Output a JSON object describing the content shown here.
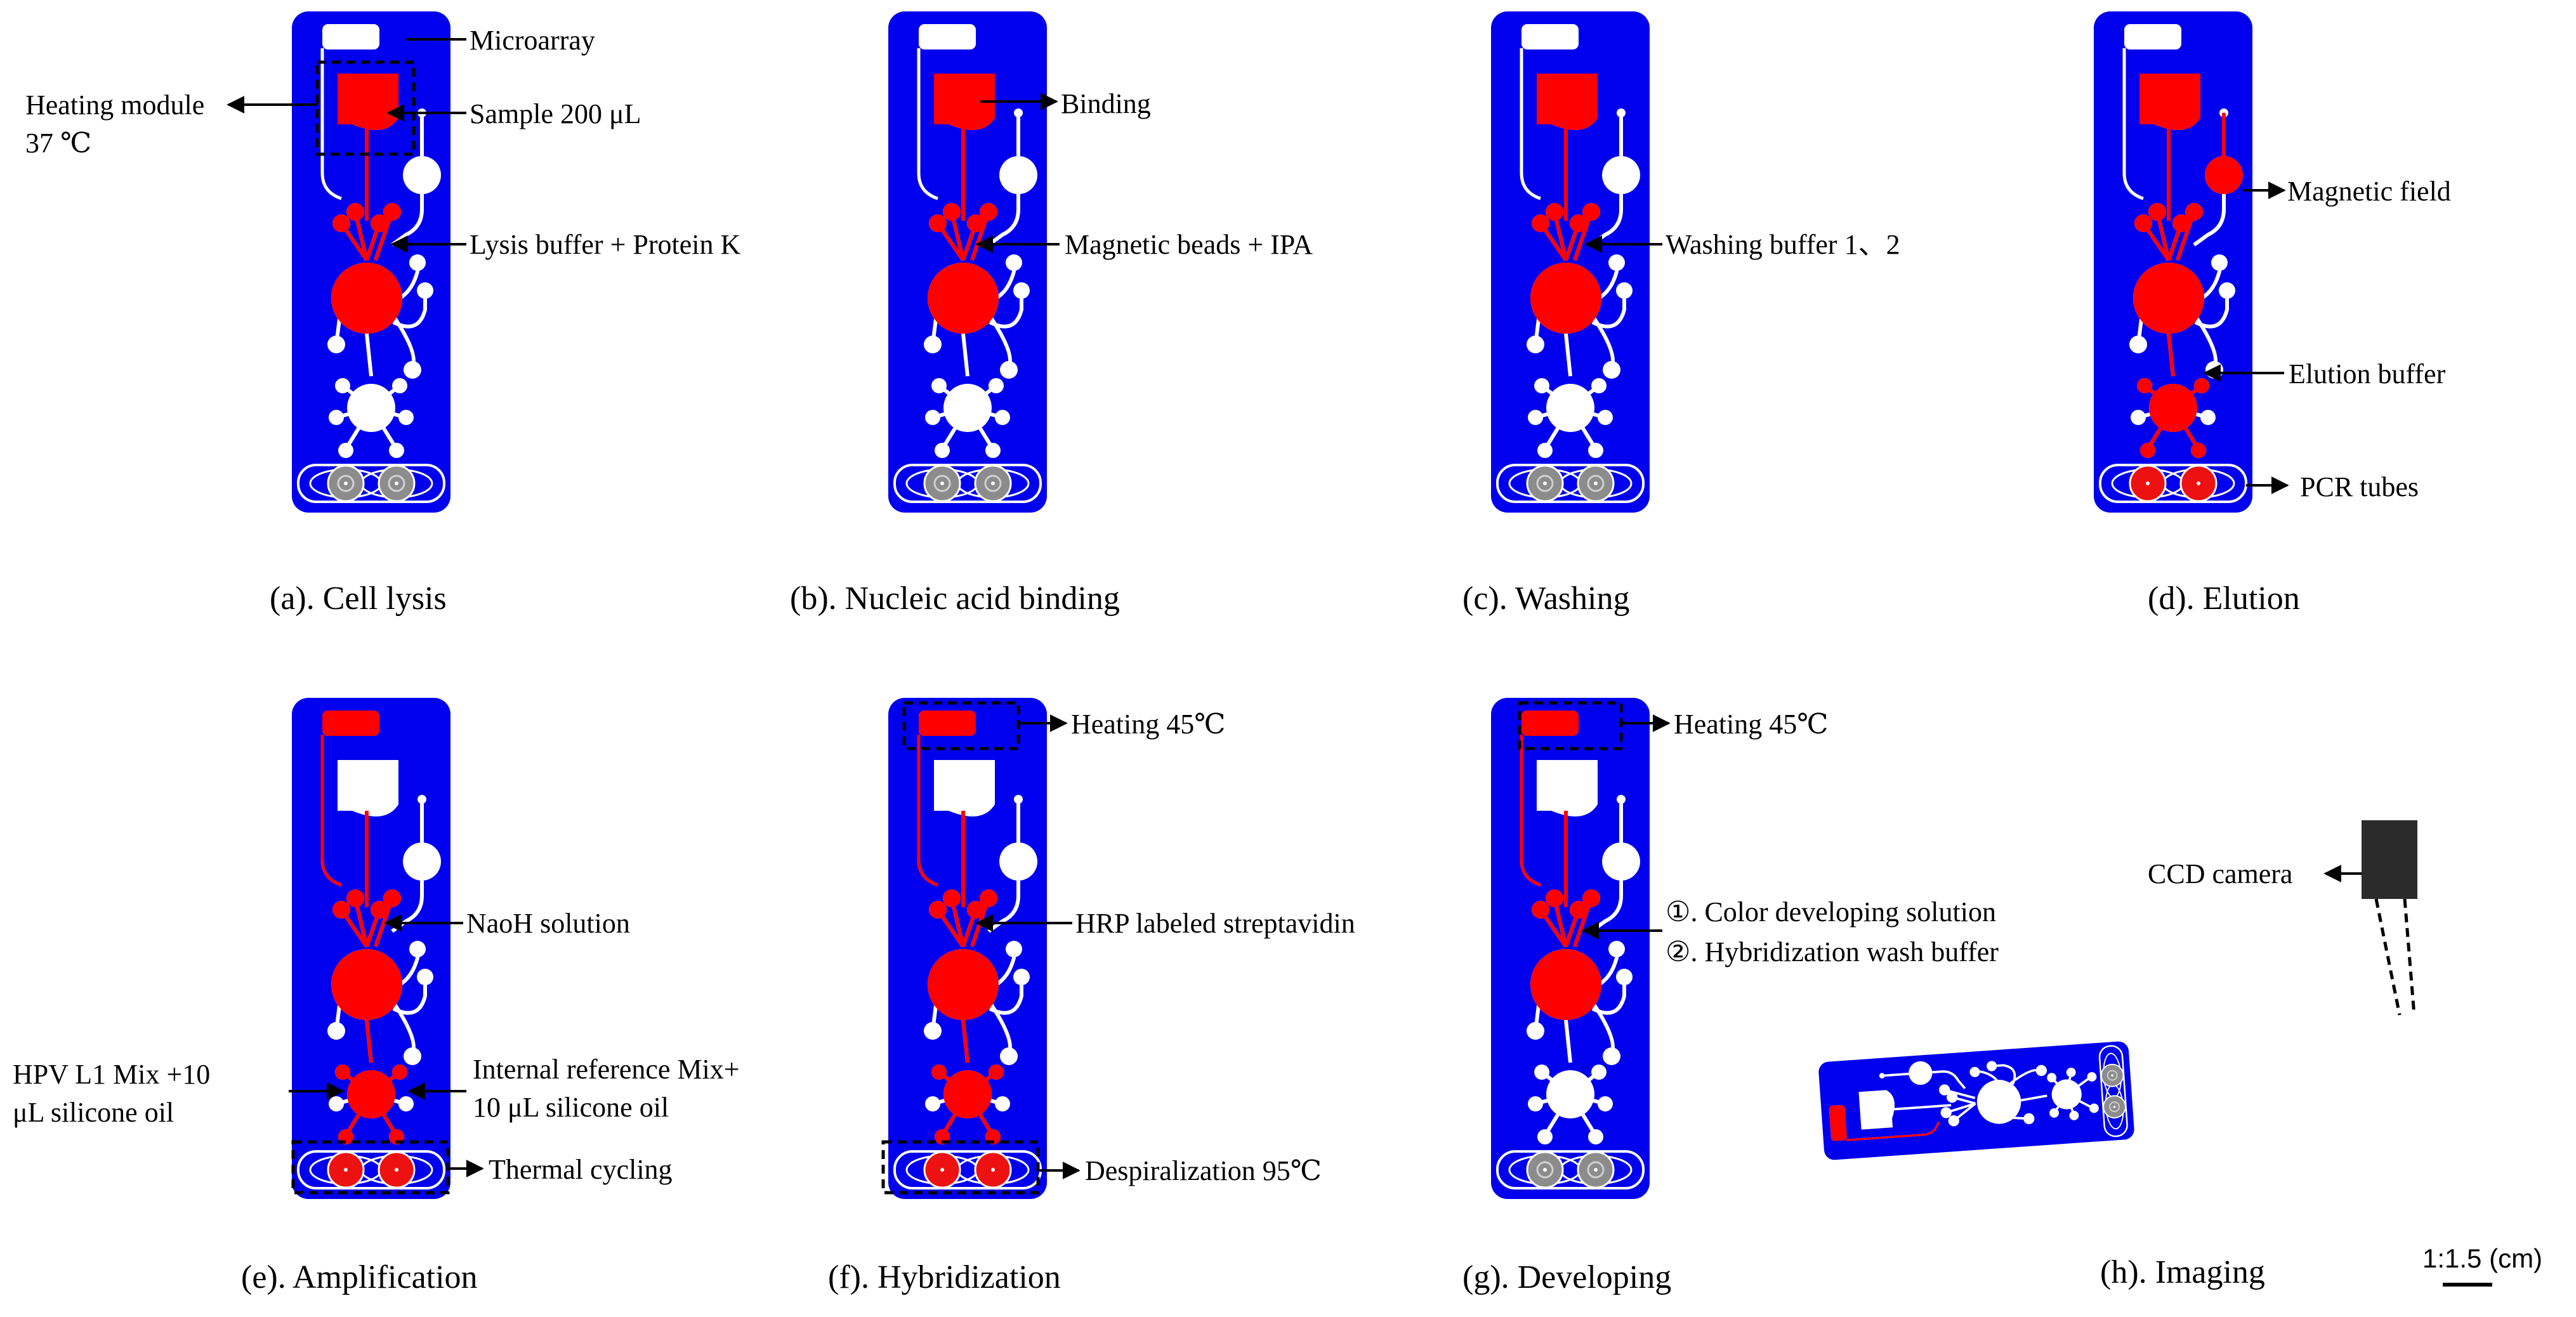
{
  "colors": {
    "chip": "#0000ee",
    "active": "#ff0000",
    "channel": "#ffffff",
    "tube": "#8c8c8c",
    "camera": "#2b2b2b"
  },
  "panels": {
    "a": {
      "caption": "(a). Cell lysis",
      "labels": [
        "Microarray",
        "Heating module",
        "37 ℃",
        "Sample 200 μL",
        "Lysis buffer + Protein K"
      ]
    },
    "b": {
      "caption": "(b). Nucleic acid  binding",
      "labels": [
        "Binding",
        "Magnetic beads + IPA"
      ]
    },
    "c": {
      "caption": "(c). Washing",
      "labels": [
        "Washing buffer 1、2"
      ]
    },
    "d": {
      "caption": "(d). Elution",
      "labels": [
        "Magnetic field",
        "Elution buffer",
        "PCR tubes"
      ]
    },
    "e": {
      "caption": "(e). Amplification",
      "labels": [
        "NaoH solution",
        "HPV L1 Mix  +10",
        "μL silicone oil",
        "Internal reference Mix+",
        "10 μL silicone oil",
        "Thermal cycling"
      ]
    },
    "f": {
      "caption": "(f). Hybridization",
      "labels": [
        "Heating 45℃",
        "HRP labeled streptavidin",
        "Despiralization 95℃"
      ]
    },
    "g": {
      "caption": "(g). Developing",
      "labels": [
        "Heating 45℃",
        "①. Color developing solution",
        "②. Hybridization wash buffer"
      ]
    },
    "h": {
      "caption": "(h). Imaging",
      "labels": [
        "CCD camera"
      ]
    }
  },
  "scale_bar": "1:1.5 (cm)"
}
